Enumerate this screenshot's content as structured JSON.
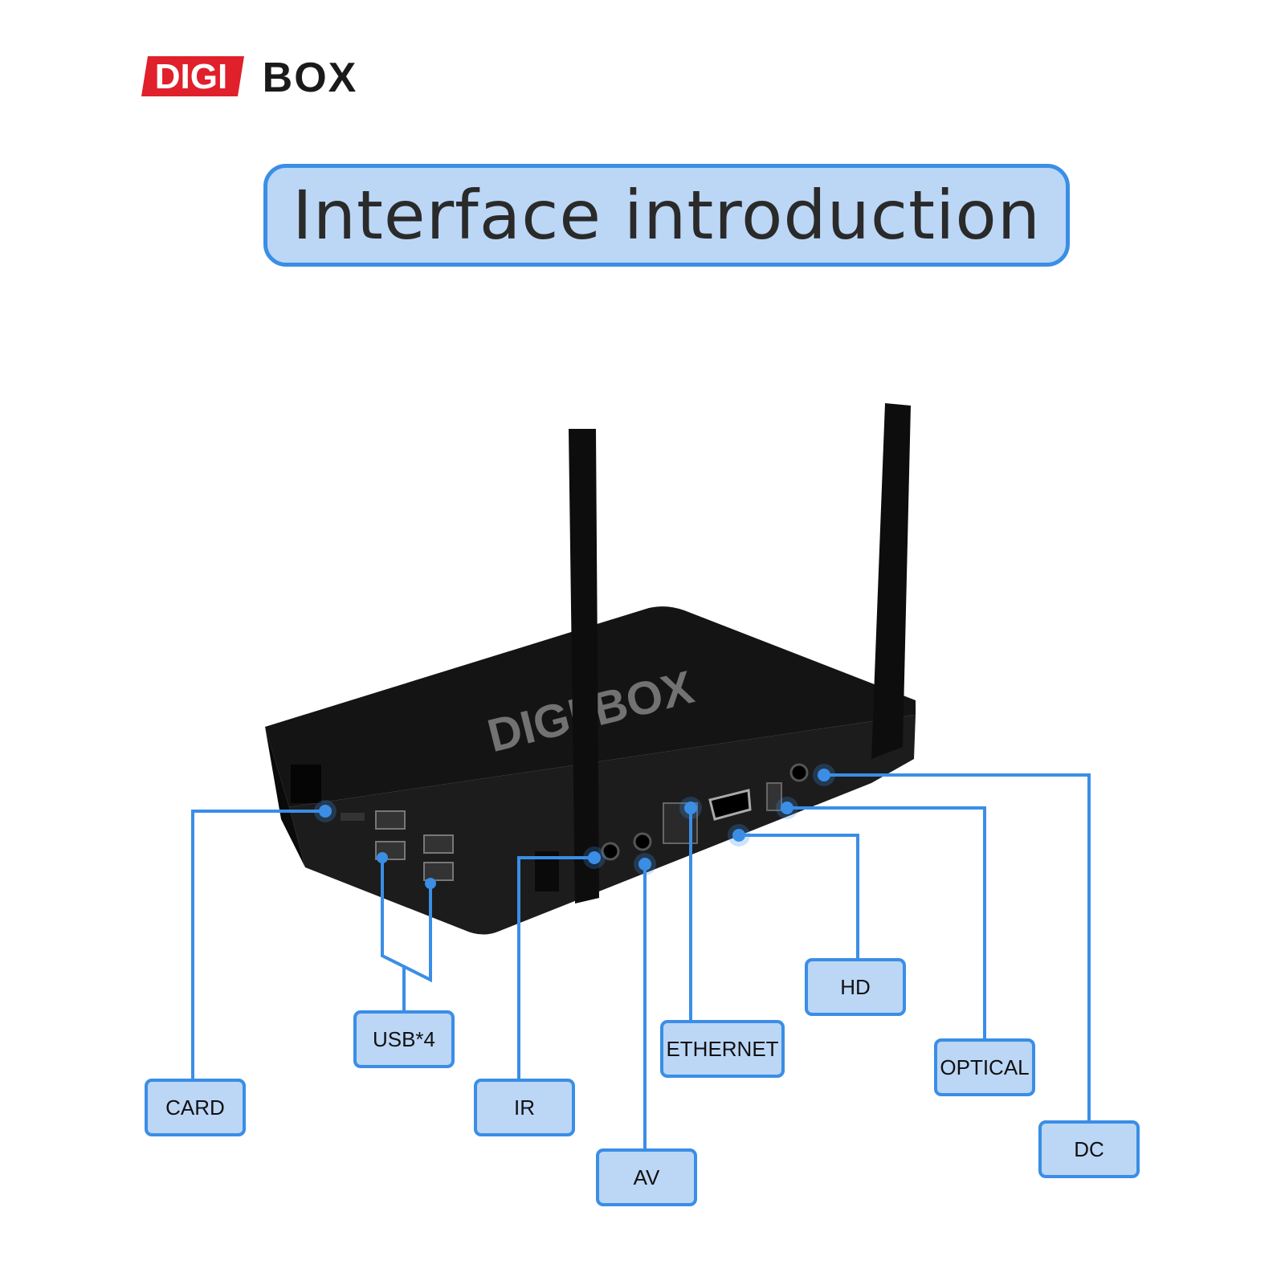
{
  "brand": {
    "part1": "DIGI",
    "part2": "BOX",
    "device_print": "DIGI BOX"
  },
  "title": "Interface introduction",
  "colors": {
    "accent": "#3a8ee6",
    "box_fill": "#bcd6f5",
    "brand_red": "#e0202a",
    "device": "#111111"
  },
  "ports": [
    {
      "id": "card",
      "label": "CARD"
    },
    {
      "id": "usb",
      "label": "USB*4"
    },
    {
      "id": "ir",
      "label": "IR"
    },
    {
      "id": "av",
      "label": "AV"
    },
    {
      "id": "ethernet",
      "label": "ETHERNET"
    },
    {
      "id": "hd",
      "label": "HD"
    },
    {
      "id": "optical",
      "label": "OPTICAL"
    },
    {
      "id": "dc",
      "label": "DC"
    }
  ]
}
